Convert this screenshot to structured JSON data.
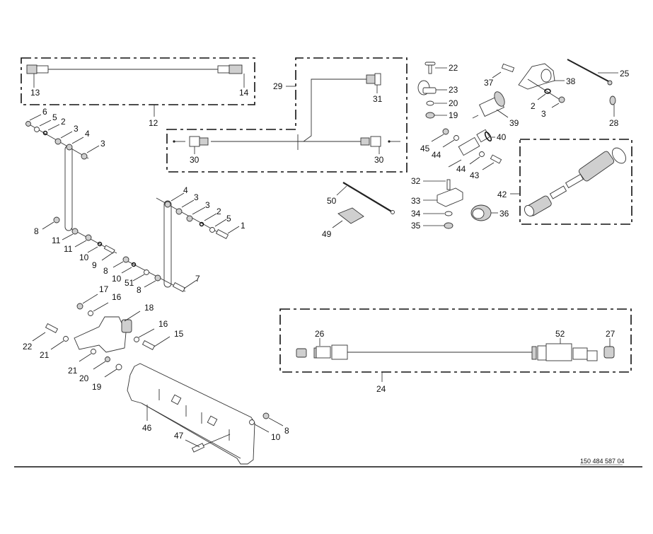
{
  "document_number": "150 484 587 04",
  "groups": [
    {
      "id": "12",
      "description": "harness assembly (top-left dashed group)",
      "contains": [
        "13",
        "14"
      ]
    },
    {
      "id": "29",
      "description": "wiring harness with branch (center dashed group)",
      "contains": [
        "30",
        "31"
      ]
    },
    {
      "id": "42",
      "description": "connector kit (right dashed group)",
      "contains": []
    },
    {
      "id": "24",
      "description": "cable assembly (bottom-right dashed group)",
      "contains": [
        "26",
        "52",
        "27"
      ]
    }
  ],
  "callouts": {
    "c1": "1",
    "c2a": "2",
    "c2b": "2",
    "c2c": "2",
    "c3a": "3",
    "c3b": "3",
    "c3c": "3",
    "c3d": "3",
    "c3e": "3",
    "c4a": "4",
    "c4b": "4",
    "c5a": "5",
    "c5b": "5",
    "c6": "6",
    "c7": "7",
    "c8a": "8",
    "c8b": "8",
    "c8c": "8",
    "c8d": "8",
    "c9": "9",
    "c10a": "10",
    "c10b": "10",
    "c10c": "10",
    "c11a": "11",
    "c11b": "11",
    "c12": "12",
    "c13": "13",
    "c14": "14",
    "c15": "15",
    "c16a": "16",
    "c16b": "16",
    "c17": "17",
    "c18": "18",
    "c19a": "19",
    "c19b": "19",
    "c20a": "20",
    "c20b": "20",
    "c21a": "21",
    "c21b": "21",
    "c22a": "22",
    "c22b": "22",
    "c23": "23",
    "c24": "24",
    "c25": "25",
    "c26": "26",
    "c27": "27",
    "c28": "28",
    "c29": "29",
    "c30a": "30",
    "c30b": "30",
    "c31": "31",
    "c32": "32",
    "c33": "33",
    "c34": "34",
    "c35": "35",
    "c36": "36",
    "c37": "37",
    "c38": "38",
    "c39": "39",
    "c40": "40",
    "c42": "42",
    "c43": "43",
    "c44a": "44",
    "c44b": "44",
    "c45": "45",
    "c46": "46",
    "c47": "47",
    "c49": "49",
    "c50": "50",
    "c51": "51",
    "c52": "52"
  }
}
